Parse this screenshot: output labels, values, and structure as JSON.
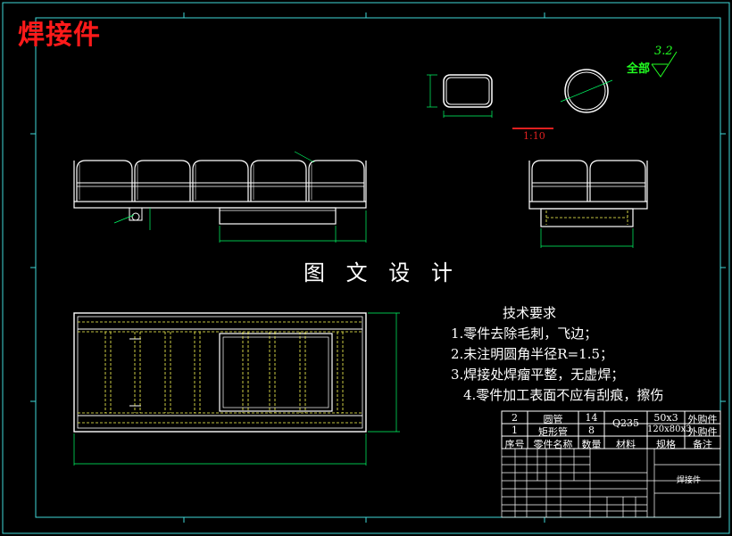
{
  "drawing_title": "焊接件",
  "section_title": "图 文 设 计",
  "scale": "1:10",
  "roughness": {
    "label": "全部",
    "value": "3.2"
  },
  "tech_requirements": {
    "heading": "技术要求",
    "items": [
      "1.零件去除毛刺，飞边；",
      "2.未注明圆角半径R=1.5；",
      "3.焊接处焊瘤平整，无虚焊；",
      "4.零件加工表面不应有刮痕，擦伤"
    ]
  },
  "bom": {
    "headers": {
      "no": "序号",
      "name": "零件名称",
      "qty": "数量",
      "material": "材料",
      "spec": "规格",
      "note": "备注"
    },
    "rows": [
      {
        "no": "2",
        "name": "圆管",
        "qty": "14",
        "spec": "50x3",
        "note": "外购件"
      },
      {
        "no": "1",
        "name": "矩形管",
        "qty": "8",
        "spec": "120x80x3",
        "note": "外购件"
      }
    ],
    "material": "Q235"
  },
  "title_block": {
    "part_name": "焊接件"
  },
  "colors": {
    "frame": "#ffffff",
    "outline": "#ffffff",
    "hidden": "#ffff55",
    "dimension": "#00ff66",
    "centerline": "#ff3333",
    "red_title": "#ff1a1a",
    "roughness": "#22ff22"
  }
}
